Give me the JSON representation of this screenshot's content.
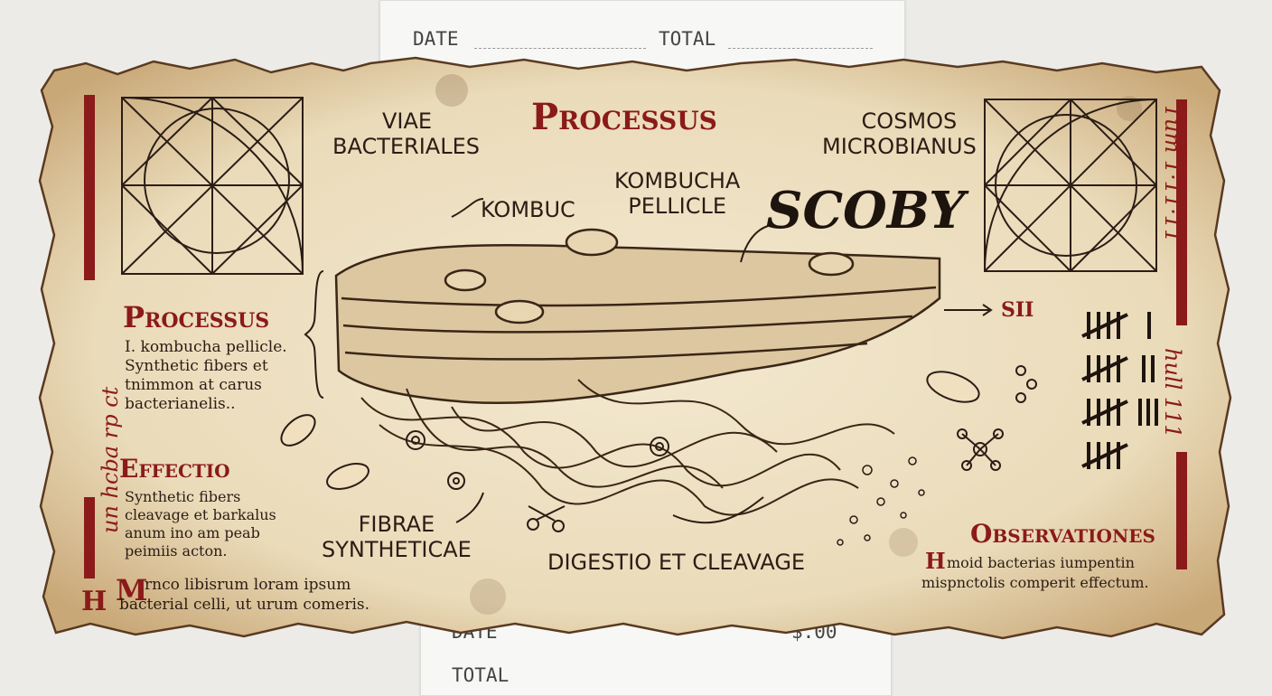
{
  "receipt_top": {
    "date_label": "DATE",
    "total_label": "TOTAL"
  },
  "receipt_bottom": {
    "date_label": "DATE",
    "amount": "$.00",
    "total_label": "TOTAL"
  },
  "title": "Processus",
  "labels": {
    "viae": [
      "VIAE",
      "BACTERIALES"
    ],
    "cosmos": [
      "COSMOS",
      "MICROBIANUS"
    ],
    "kombuc": "KOMBUC",
    "kombucha_pellicle": [
      "KOMBUCHA",
      "PELLICLE"
    ],
    "scoby": "SCOBY",
    "sii": "SII",
    "fibrae": [
      "FIBRAE",
      "SYNTHETICAE"
    ],
    "digestio": "DIGESTIO ET CLEAVAGE"
  },
  "left_column": {
    "processus_heading": "Processus",
    "processus_lines": [
      "I. kombucha pellicle.",
      "Synthetic fibers et",
      "tnimmon at carus",
      "bacterianelis.."
    ],
    "effectio_heading": "Effectio",
    "effectio_lines": [
      "Synthetic fibers",
      "cleavage et barkalus",
      "anum ino am peab",
      "peimiis acton."
    ],
    "footer_initial": "M",
    "footer_lines": [
      "rnco libisrum loram ipsum",
      "bacterial celli, ut urum comeris."
    ],
    "left_initial": "H"
  },
  "right_column": {
    "observationes_heading": "Observationes",
    "observationes_initial": "H",
    "observationes_lines": [
      "moid bacterias iumpentin",
      "mispnctolis comperit effectum."
    ]
  },
  "vertical_left": "un hcba rp ct",
  "vertical_right_top": "Tum 1·11·11",
  "vertical_right_bottom": "hull 111",
  "tally": {
    "rows": [
      [
        5,
        1
      ],
      [
        5,
        2
      ],
      [
        5,
        3
      ],
      [
        5,
        0
      ]
    ]
  },
  "icons": [
    "bacterium-icon",
    "gear-icon",
    "scissors-icon",
    "molecule-icon",
    "star-icon"
  ]
}
